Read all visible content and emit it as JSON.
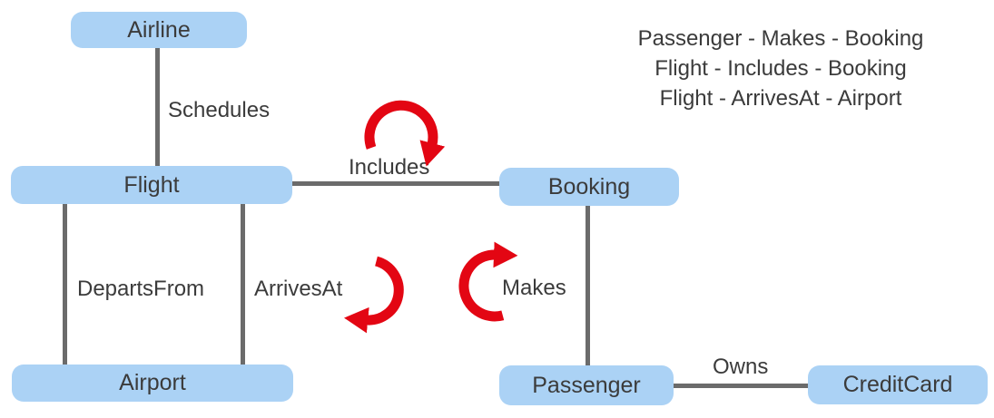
{
  "colors": {
    "node_fill": "#ABD2F5",
    "connector": "#6B6B6B",
    "text": "#3B3B3B",
    "arrow_red": "#E30613"
  },
  "nodes": {
    "airline": "Airline",
    "flight": "Flight",
    "booking": "Booking",
    "airport": "Airport",
    "passenger": "Passenger",
    "creditcard": "CreditCard"
  },
  "relationships": {
    "schedules": "Schedules",
    "includes": "Includes",
    "departsfrom": "DepartsFrom",
    "arrivesat": "ArrivesAt",
    "makes": "Makes",
    "owns": "Owns"
  },
  "legend": {
    "lines": [
      "Passenger - Makes - Booking",
      "Flight - Includes - Booking",
      "Flight - ArrivesAt - Airport"
    ]
  },
  "icons": {
    "rotation_arrow": "clockwise-rotation-arrow"
  }
}
